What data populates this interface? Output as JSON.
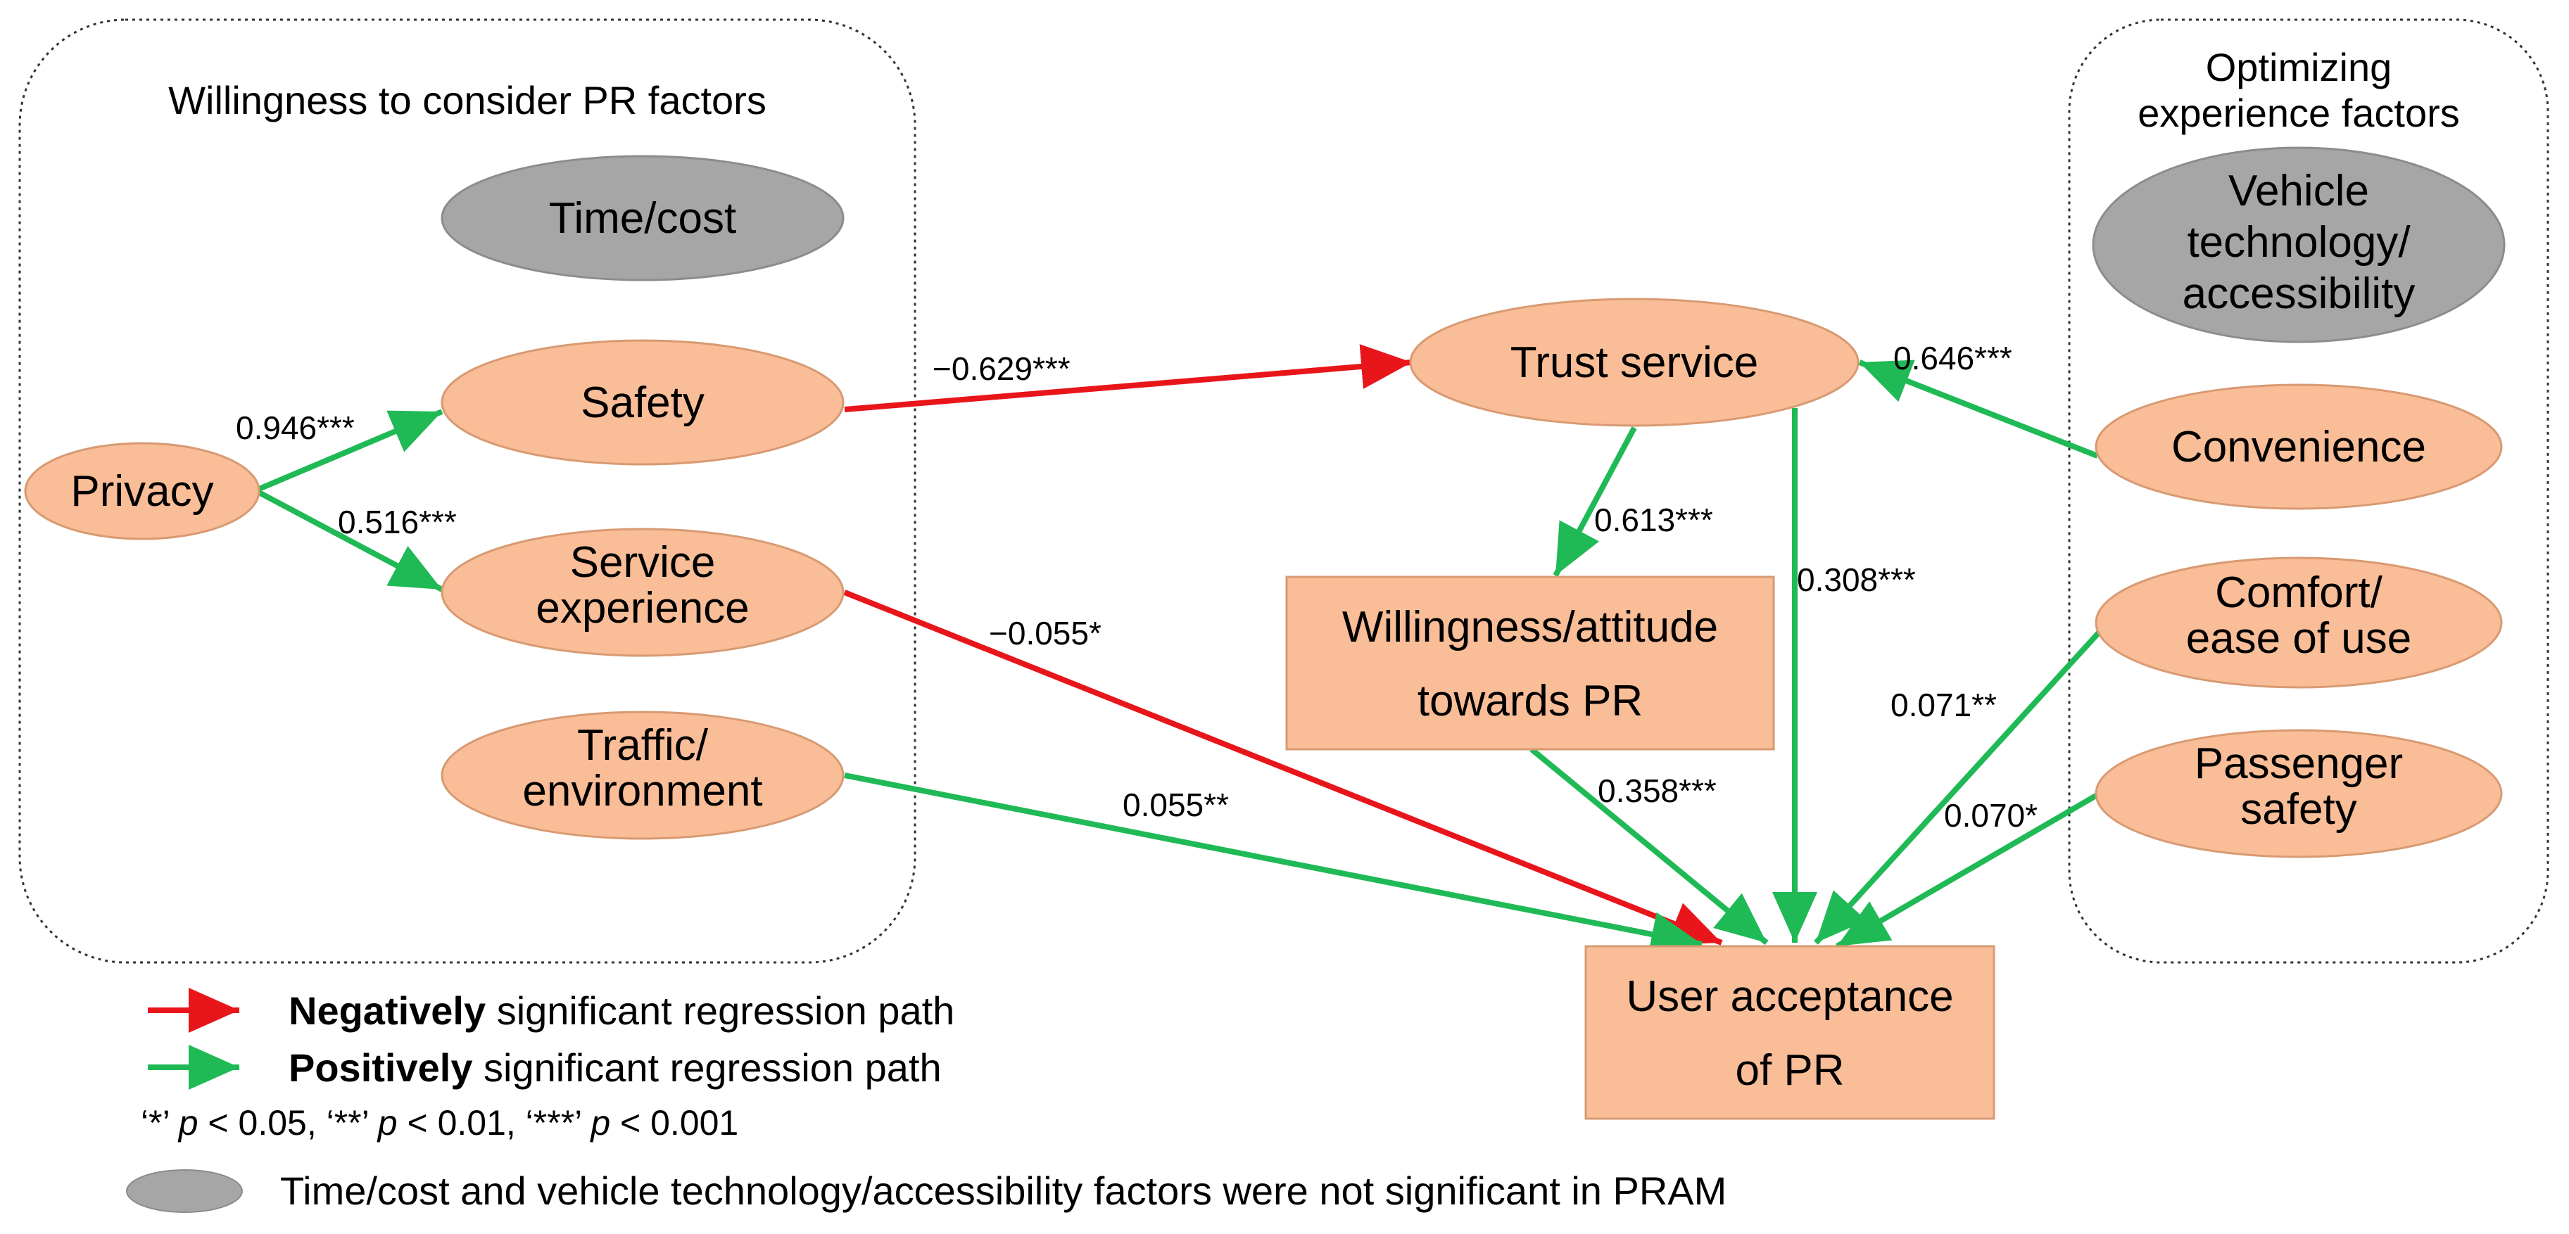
{
  "colors": {
    "node_fill": "#f9bd97",
    "node_stroke": "#d89a72",
    "grey_fill": "#a6a6a6",
    "grey_stroke": "#8c8c8c",
    "negative": "#e8151b",
    "positive": "#1fba55",
    "group_border": "#333333"
  },
  "groups": {
    "willingness": {
      "title": "Willingness to consider PR factors"
    },
    "optimizing": {
      "title_line1": "Optimizing",
      "title_line2": "experience factors"
    }
  },
  "nodes": {
    "time_cost": {
      "label": "Time/cost",
      "significant": false
    },
    "safety": {
      "label": "Safety"
    },
    "privacy": {
      "label": "Privacy"
    },
    "service_experience": {
      "line1": "Service",
      "line2": "experience"
    },
    "traffic": {
      "line1": "Traffic/",
      "line2": "environment"
    },
    "trust": {
      "label": "Trust service"
    },
    "willingness_attitude": {
      "line1": "Willingness/attitude",
      "line2": "towards PR"
    },
    "user_acceptance": {
      "line1": "User acceptance",
      "line2": "of PR"
    },
    "vehicle_tech": {
      "line1": "Vehicle",
      "line2": "technology/",
      "line3": "accessibility",
      "significant": false
    },
    "convenience": {
      "label": "Convenience"
    },
    "comfort": {
      "line1": "Comfort/",
      "line2": "ease of use"
    },
    "passenger_safety": {
      "line1": "Passenger",
      "line2": "safety"
    }
  },
  "paths": [
    {
      "from": "Privacy",
      "to": "Safety",
      "coefficient": "0.946***",
      "sign": "positive"
    },
    {
      "from": "Privacy",
      "to": "Service experience",
      "coefficient": "0.516***",
      "sign": "positive"
    },
    {
      "from": "Safety",
      "to": "Trust service",
      "coefficient": "−0.629***",
      "sign": "negative"
    },
    {
      "from": "Service experience",
      "to": "User acceptance of PR",
      "coefficient": "−0.055*",
      "sign": "negative"
    },
    {
      "from": "Traffic/environment",
      "to": "User acceptance of PR",
      "coefficient": "0.055**",
      "sign": "positive"
    },
    {
      "from": "Trust service",
      "to": "Willingness/attitude towards PR",
      "coefficient": "0.613***",
      "sign": "positive"
    },
    {
      "from": "Trust service",
      "to": "User acceptance of PR",
      "coefficient": "0.308***",
      "sign": "positive"
    },
    {
      "from": "Willingness/attitude towards PR",
      "to": "User acceptance of PR",
      "coefficient": "0.358***",
      "sign": "positive"
    },
    {
      "from": "Convenience",
      "to": "Trust service",
      "coefficient": "0.646***",
      "sign": "positive"
    },
    {
      "from": "Comfort/ease of use",
      "to": "User acceptance of PR",
      "coefficient": "0.071**",
      "sign": "positive"
    },
    {
      "from": "Passenger safety",
      "to": "User acceptance of PR",
      "coefficient": "0.070*",
      "sign": "positive"
    }
  ],
  "legend": {
    "negative_bold": "Negatively",
    "negative_rest": " significant regression path",
    "positive_bold": "Positively",
    "positive_rest": " significant regression path",
    "pvalues_1": "‘*’ ",
    "pvalues_p1": "p",
    "pvalues_2": " < 0.05, ‘**’ ",
    "pvalues_p2": "p",
    "pvalues_3": " < 0.01, ‘***’ ",
    "pvalues_p3": "p",
    "pvalues_4": " < 0.001",
    "grey_note": "Time/cost and vehicle technology/accessibility factors were not significant in PRAM"
  }
}
